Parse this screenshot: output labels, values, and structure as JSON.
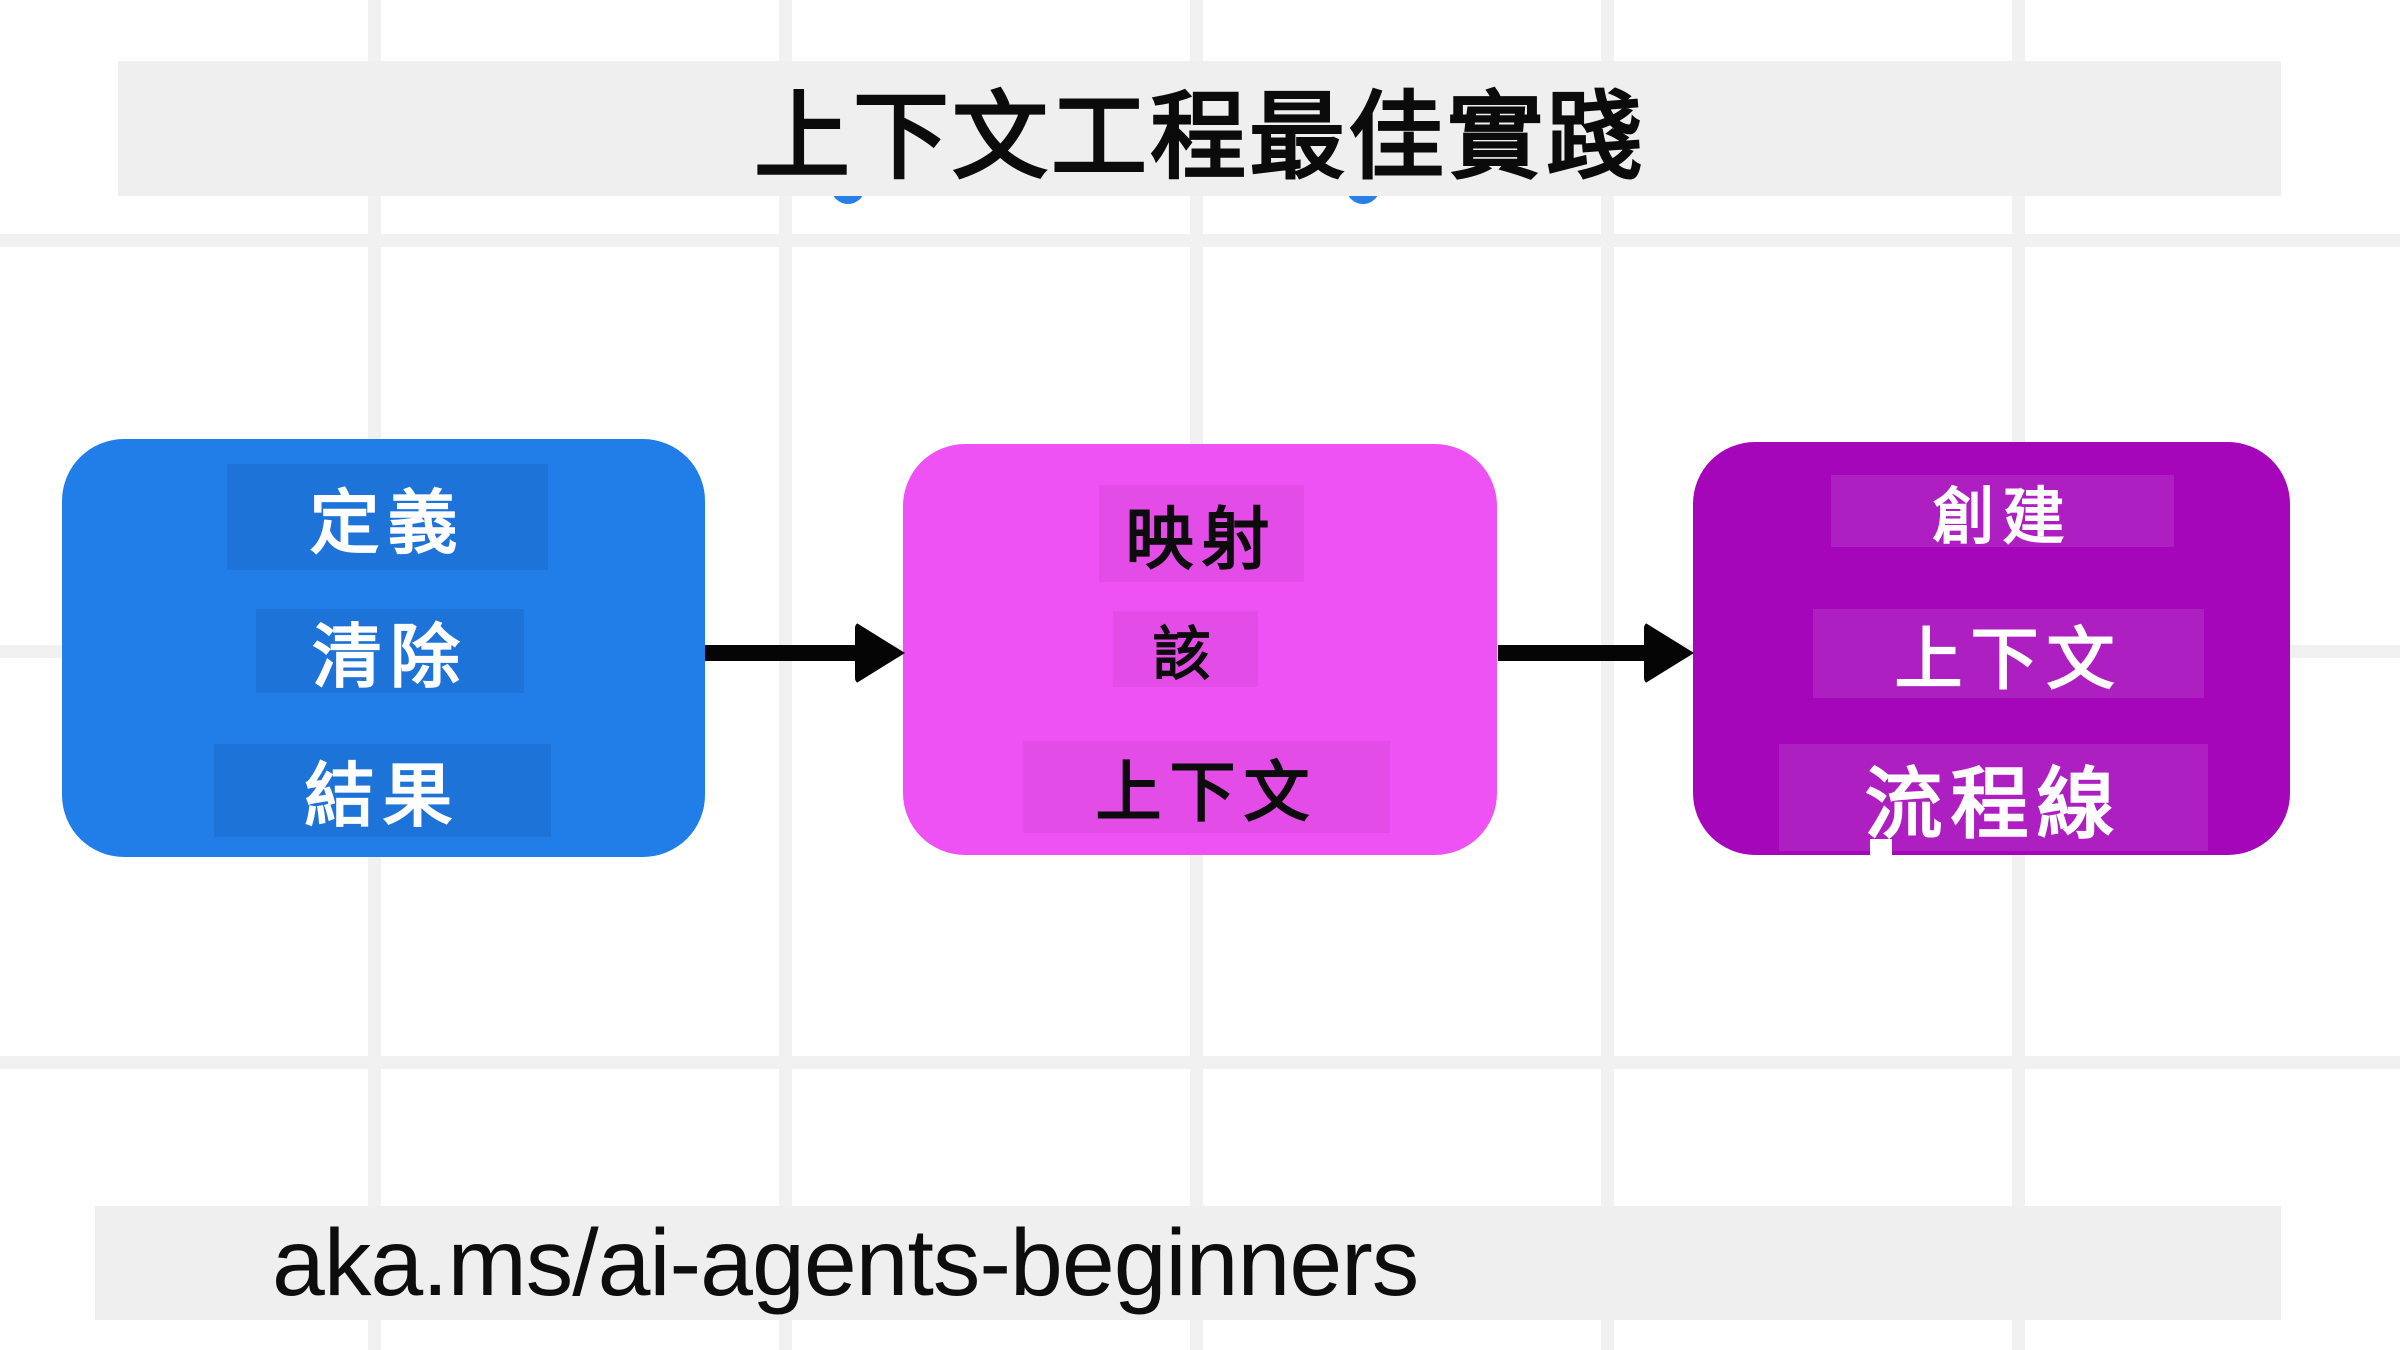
{
  "title": {
    "text": "上下文工程最佳實踐"
  },
  "footer": {
    "url": "aka.ms/ai-agents-beginners"
  },
  "colors": {
    "background": "#ffffff",
    "grid_line": "#f1f1f1",
    "band_gray": "#efefef",
    "box_blue": "#217de8",
    "box_magenta": "#ef52f4",
    "box_purple": "#a506ba",
    "arrow_black": "#050505",
    "blue_text": "#ffffff",
    "magenta_text": "#0c0c0c",
    "purple_text": "#ffffff"
  },
  "flow": {
    "boxes": [
      {
        "name": "define-clear-results",
        "color": "#217de8",
        "labels": [
          {
            "text": "定義"
          },
          {
            "text": "清除"
          },
          {
            "text": "結果"
          }
        ]
      },
      {
        "name": "map-the-context",
        "color": "#ef52f4",
        "labels": [
          {
            "text": "映射"
          },
          {
            "text": "該"
          },
          {
            "text": "上下文"
          }
        ]
      },
      {
        "name": "create-context-pipeline",
        "color": "#a506ba",
        "labels": [
          {
            "text": "創建"
          },
          {
            "text": "上下文"
          },
          {
            "text": "流程線"
          }
        ]
      }
    ],
    "arrows": [
      {
        "from": "define-clear-results",
        "to": "map-the-context"
      },
      {
        "from": "map-the-context",
        "to": "create-context-pipeline"
      }
    ]
  }
}
